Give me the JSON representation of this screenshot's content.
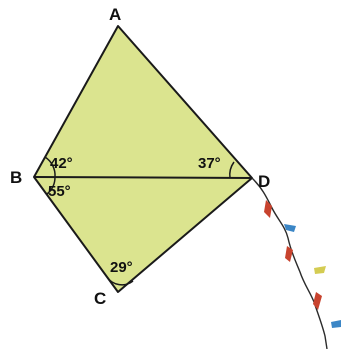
{
  "vertices": {
    "A": "A",
    "B": "B",
    "C": "C",
    "D": "D"
  },
  "angles": {
    "ABD": "42°",
    "DBC": "55°",
    "ADB": "37°",
    "BCD": "29°"
  },
  "colors": {
    "kite_fill": "#dbe48f",
    "stroke": "#1a1a1a",
    "string": "#2b2b2b",
    "bow_red": "#c8432e",
    "bow_blue": "#3b86c6",
    "bow_yellow": "#d4cc52"
  }
}
